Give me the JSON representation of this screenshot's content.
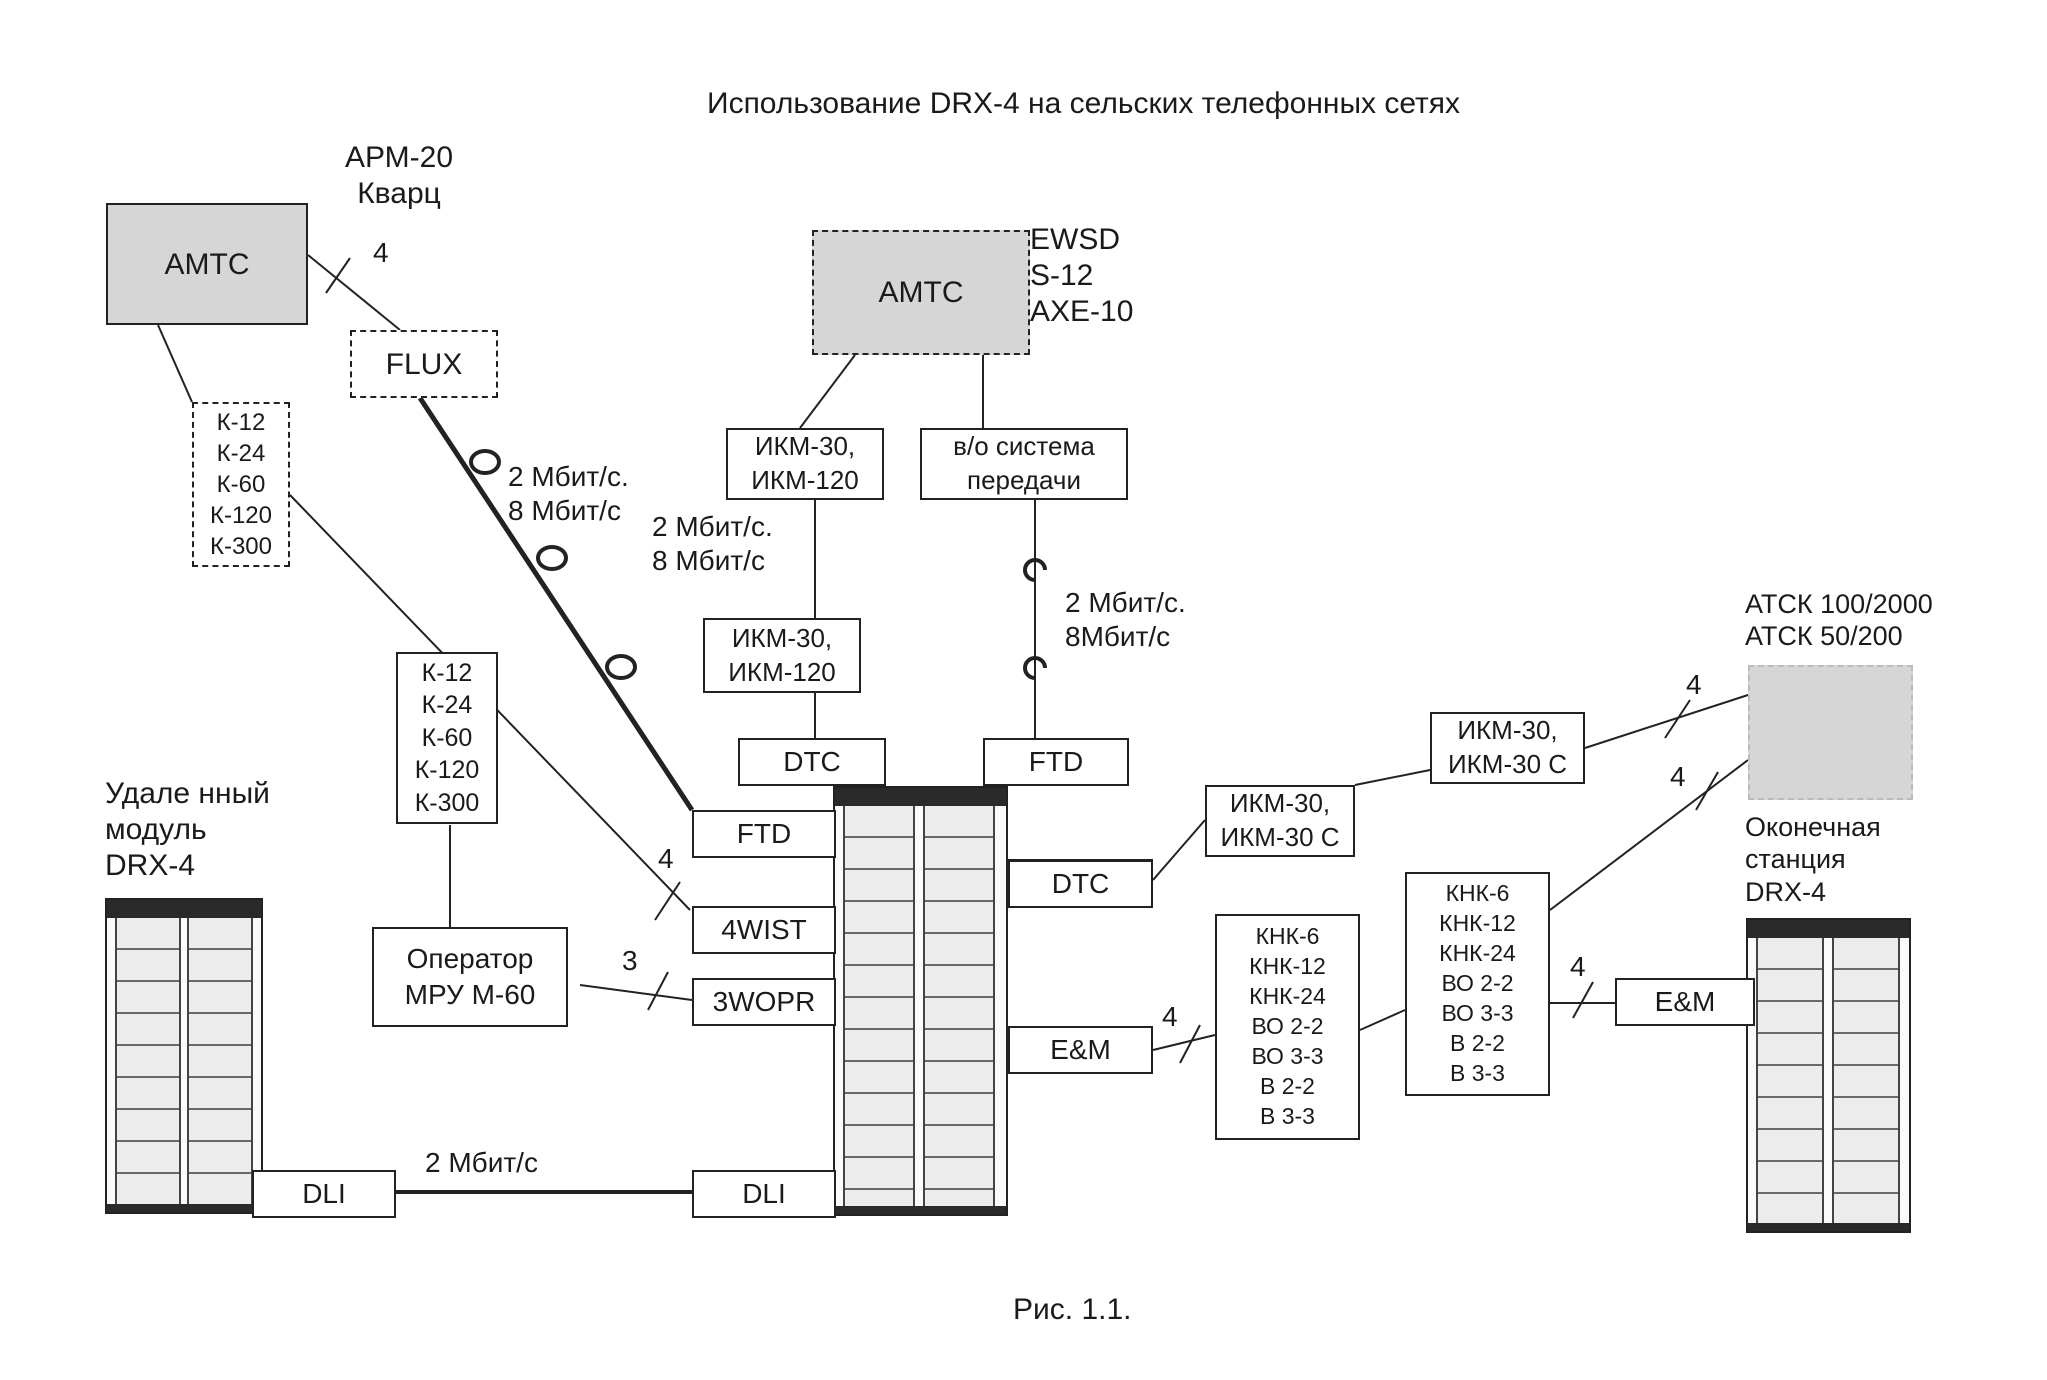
{
  "title": "Использование DRX-4 на сельских телефонных сетях",
  "caption": "Рис. 1.1.",
  "nodes": {
    "amts_left": "АМТС",
    "arm_label": "АРМ-20\nКварц",
    "flux": "FLUX",
    "k_box_top": "К-12\nК-24\nК-60\nК-120\nК-300",
    "k_box_mid": "К-12\nК-24\nК-60\nК-120\nК-300",
    "remote_module_label": "Удале нный\nмодуль\nDRX-4",
    "operator_box": "Оператор\nМРУ М-60",
    "amts_center": "АМТС",
    "ewsd_label": "EWSD\nS-12\nАХЕ-10",
    "ikm_top": "ИКМ-30,\nИКМ-120",
    "vo_system": "в/о система\nпередачи",
    "ikm_mid": "ИКМ-30,\nИКМ-120",
    "dtc_top": "DTC",
    "ftd_top": "FTD",
    "ftd_left": "FTD",
    "wist": "4WIST",
    "wopr": "3WOPR",
    "dli_left": "DLI",
    "dli_center": "DLI",
    "dtc_right": "DTC",
    "em_right": "E&M",
    "ikm_30c_a": "ИКМ-30,\nИКМ-30 С",
    "ikm_30c_b": "ИКМ-30,\nИКМ-30 С",
    "knk_a": "КНК-6\nКНК-12\nКНК-24\nВО 2-2\nВО 3-3\nВ 2-2\nВ 3-3",
    "knk_b": "КНК-6\nКНК-12\nКНК-24\nВО 2-2\nВО 3-3\nВ 2-2\nВ 3-3",
    "atsk_label": "АТСК 100/2000\nАТСК 50/200",
    "terminal_label": "Оконечная\nстанция\nDRX-4",
    "em_far": "E&M"
  },
  "links": {
    "rate_flux": "2 Мбит/с.\n8 Мбит/с",
    "rate_center": "2 Мбит/с.\n8 Мбит/с",
    "rate_vo": "2 Мбит/с.\n8Мбит/с",
    "rate_dli": "2 Мбит/с",
    "count_amts": "4",
    "count_wist": "4",
    "count_wopr": "3",
    "count_em": "4",
    "count_atsk_upper": "4",
    "count_atsk_lower": "4",
    "count_em_far": "4"
  }
}
